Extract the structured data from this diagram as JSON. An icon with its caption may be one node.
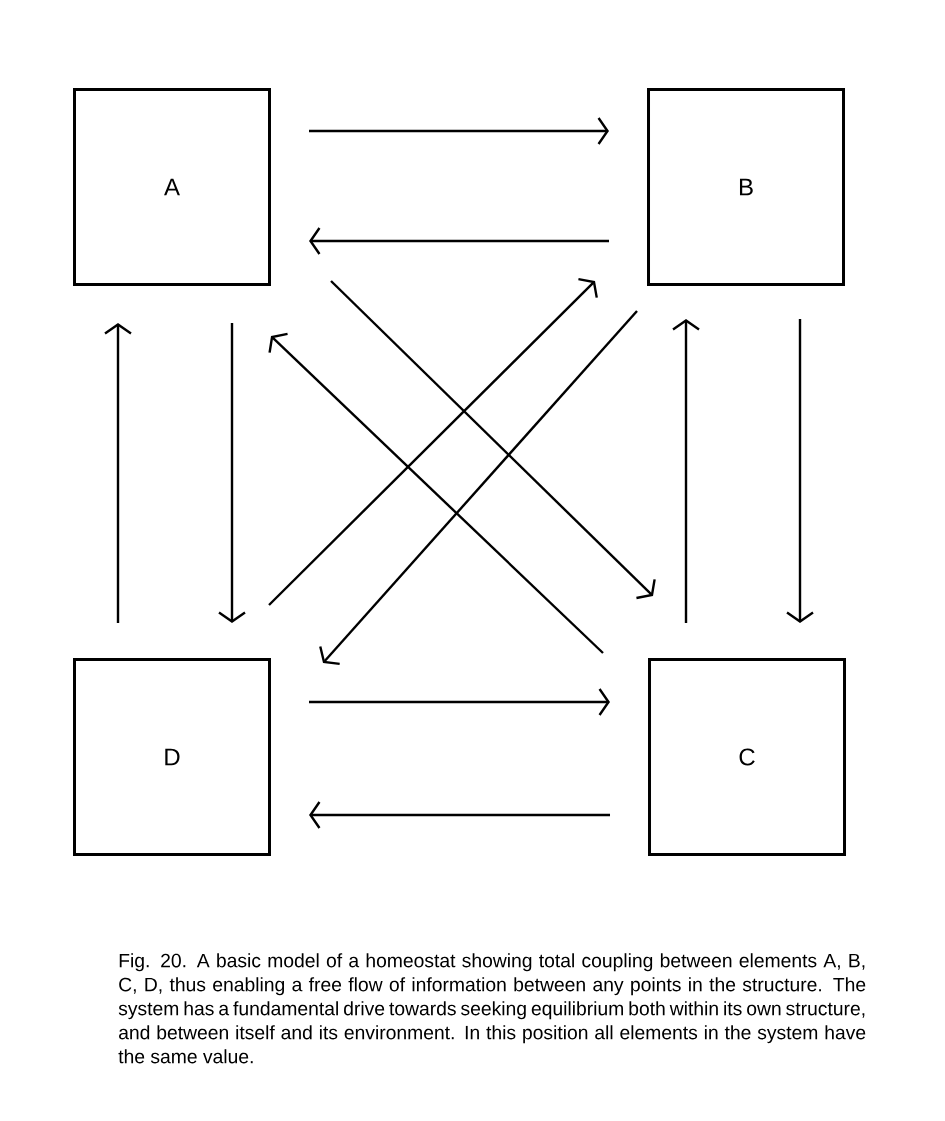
{
  "diagram": {
    "nodes": [
      {
        "text": [
          "A"
        ]
      },
      {
        "text": [
          "B"
        ]
      },
      {
        "text": [
          "C"
        ]
      },
      {
        "text": [
          "D"
        ]
      }
    ],
    "edges": [
      {
        "from": 0,
        "to": 1,
        "arrow": "to"
      },
      {
        "from": 1,
        "to": 0,
        "arrow": "to"
      },
      {
        "from": 0,
        "to": 3,
        "arrow": "to"
      },
      {
        "from": 3,
        "to": 0,
        "arrow": "to"
      },
      {
        "from": 1,
        "to": 2,
        "arrow": "to"
      },
      {
        "from": 2,
        "to": 1,
        "arrow": "to"
      },
      {
        "from": 3,
        "to": 2,
        "arrow": "to"
      },
      {
        "from": 2,
        "to": 3,
        "arrow": "to"
      },
      {
        "from": 0,
        "to": 2,
        "arrow": "to"
      },
      {
        "from": 2,
        "to": 0,
        "arrow": "to"
      },
      {
        "from": 3,
        "to": 1,
        "arrow": "to"
      },
      {
        "from": 1,
        "to": 3,
        "arrow": "to"
      }
    ],
    "caption": "Fig. 20. A basic model of a homeostat showing total coupling between elements A, B, C, D, thus enabling a free flow of information between any points in the structure. The system has a fundamental drive towards seeking equilibrium both within its own structure, and between itself and its environment. In this position all elements in the system have the same value."
  }
}
